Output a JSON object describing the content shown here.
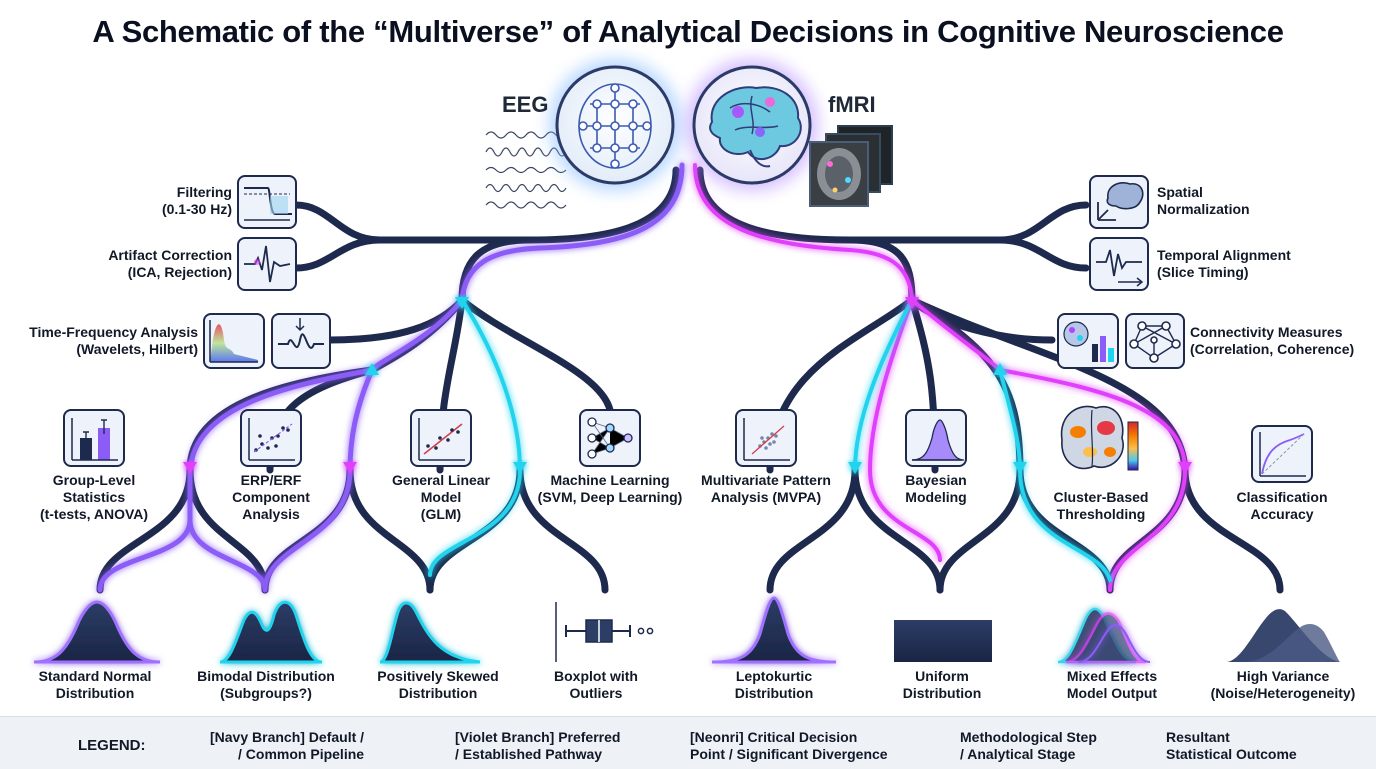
{
  "title": "A Schematic of the “Multiverse” of Analytical Decisions in Cognitive Neuroscience",
  "modalities": {
    "eeg": "EEG",
    "fmri": "fMRI"
  },
  "colors": {
    "navy": "#1e2a4d",
    "violet": "#8b5cf6",
    "neon_pink": "#e040fb",
    "neon_cyan": "#22d3ee",
    "icon_bg": "#eef3fb"
  },
  "steps": {
    "filtering": [
      "Filtering",
      "(0.1-30 Hz)"
    ],
    "artifact": [
      "Artifact Correction",
      "(ICA, Rejection)"
    ],
    "tfa": [
      "Time-Frequency Analysis",
      "(Wavelets, Hilbert)"
    ],
    "spatial": [
      "Spatial",
      "Normalization"
    ],
    "temporal": [
      "Temporal Alignment",
      "(Slice Timing)"
    ],
    "connectivity": [
      "Connectivity Measures",
      "(Correlation, Coherence)"
    ]
  },
  "methods": {
    "group": [
      "Group-Level",
      "Statistics",
      "(t-tests, ANOVA)"
    ],
    "erp": [
      "ERP/ERF",
      "Component",
      "Analysis"
    ],
    "glm": [
      "General Linear",
      "Model",
      "(GLM)"
    ],
    "ml": [
      "Machine Learning",
      "(SVM, Deep Learning)"
    ],
    "mvpa": [
      "Multivariate Pattern",
      "Analysis (MVPA)"
    ],
    "bayes": [
      "Bayesian",
      "Modeling"
    ],
    "cluster": [
      "Cluster-Based",
      "Thresholding"
    ],
    "classif": [
      "Classification",
      "Accuracy"
    ]
  },
  "outcomes": {
    "normal": [
      "Standard Normal",
      "Distribution"
    ],
    "bimodal": [
      "Bimodal Distribution",
      "(Subgroups?)"
    ],
    "skewed": [
      "Positively Skewed",
      "Distribution"
    ],
    "boxplot": [
      "Boxplot with",
      "Outliers"
    ],
    "lepto": [
      "Leptokurtic",
      "Distribution"
    ],
    "uniform": [
      "Uniform",
      "Distribution"
    ],
    "mixed": [
      "Mixed Effects",
      "Model Output"
    ],
    "highvar": [
      "High Variance",
      "(Noise/Heterogeneity)"
    ]
  },
  "legend": {
    "title": "LEGEND:",
    "navy": [
      "[Navy Branch] Default /",
      "/ Common Pipeline"
    ],
    "violet": [
      "[Violet Branch] Preferred",
      "/ Established Pathway"
    ],
    "neon": [
      "[Neonri] Critical Decision",
      "Point / Significant Divergence"
    ],
    "step": [
      "Methodological Step",
      "/ Analytical Stage"
    ],
    "outcome": [
      "Resultant",
      "Statistical Outcome"
    ]
  }
}
